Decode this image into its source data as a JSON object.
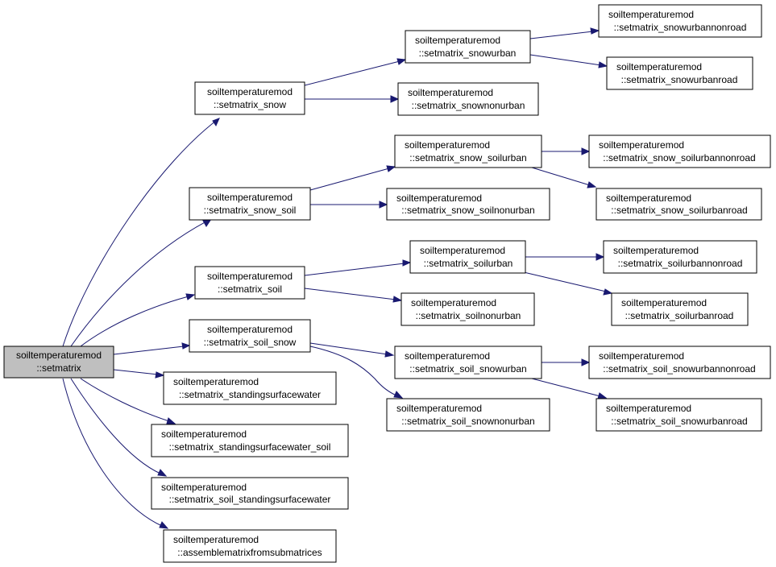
{
  "colors": {
    "edge": "#191970",
    "root_fill": "#bfbfbf",
    "node_fill": "#ffffff",
    "node_border": "#000000"
  },
  "nodes": {
    "root": {
      "line1": "soiltemperaturemod",
      "line2": "::setmatrix"
    },
    "n_snow": {
      "line1": "soiltemperaturemod",
      "line2": "::setmatrix_snow"
    },
    "n_snow_soil": {
      "line1": "soiltemperaturemod",
      "line2": "::setmatrix_snow_soil"
    },
    "n_soil": {
      "line1": "soiltemperaturemod",
      "line2": "::setmatrix_soil"
    },
    "n_soil_snow": {
      "line1": "soiltemperaturemod",
      "line2": "::setmatrix_soil_snow"
    },
    "n_ssw": {
      "line1": "soiltemperaturemod",
      "line2": "::setmatrix_standingsurfacewater"
    },
    "n_ssw_soil": {
      "line1": "soiltemperaturemod",
      "line2": "::setmatrix_standingsurfacewater_soil"
    },
    "n_soil_ssw": {
      "line1": "soiltemperaturemod",
      "line2": "::setmatrix_soil_standingsurfacewater"
    },
    "n_assemble": {
      "line1": "soiltemperaturemod",
      "line2": "::assemblematrixfromsubmatrices"
    },
    "n_snowurban": {
      "line1": "soiltemperaturemod",
      "line2": "::setmatrix_snowurban"
    },
    "n_snownonurban": {
      "line1": "soiltemperaturemod",
      "line2": "::setmatrix_snownonurban"
    },
    "n_snowurbannonroad": {
      "line1": "soiltemperaturemod",
      "line2": "::setmatrix_snowurbannonroad"
    },
    "n_snowurbanroad": {
      "line1": "soiltemperaturemod",
      "line2": "::setmatrix_snowurbanroad"
    },
    "n_snow_soilurban": {
      "line1": "soiltemperaturemod",
      "line2": "::setmatrix_snow_soilurban"
    },
    "n_snow_soilnonurban": {
      "line1": "soiltemperaturemod",
      "line2": "::setmatrix_snow_soilnonurban"
    },
    "n_snow_soilurbannonroad": {
      "line1": "soiltemperaturemod",
      "line2": "::setmatrix_snow_soilurbannonroad"
    },
    "n_snow_soilurbanroad": {
      "line1": "soiltemperaturemod",
      "line2": "::setmatrix_snow_soilurbanroad"
    },
    "n_soilurban": {
      "line1": "soiltemperaturemod",
      "line2": "::setmatrix_soilurban"
    },
    "n_soilnonurban": {
      "line1": "soiltemperaturemod",
      "line2": "::setmatrix_soilnonurban"
    },
    "n_soilurbannonroad": {
      "line1": "soiltemperaturemod",
      "line2": "::setmatrix_soilurbannonroad"
    },
    "n_soilurbanroad": {
      "line1": "soiltemperaturemod",
      "line2": "::setmatrix_soilurbanroad"
    },
    "n_soil_snowurban": {
      "line1": "soiltemperaturemod",
      "line2": "::setmatrix_soil_snowurban"
    },
    "n_soil_snownonurban": {
      "line1": "soiltemperaturemod",
      "line2": "::setmatrix_soil_snownonurban"
    },
    "n_soil_snowurbannonroad": {
      "line1": "soiltemperaturemod",
      "line2": "::setmatrix_soil_snowurbannonroad"
    },
    "n_soil_snowurbanroad": {
      "line1": "soiltemperaturemod",
      "line2": "::setmatrix_soil_snowurbanroad"
    }
  }
}
